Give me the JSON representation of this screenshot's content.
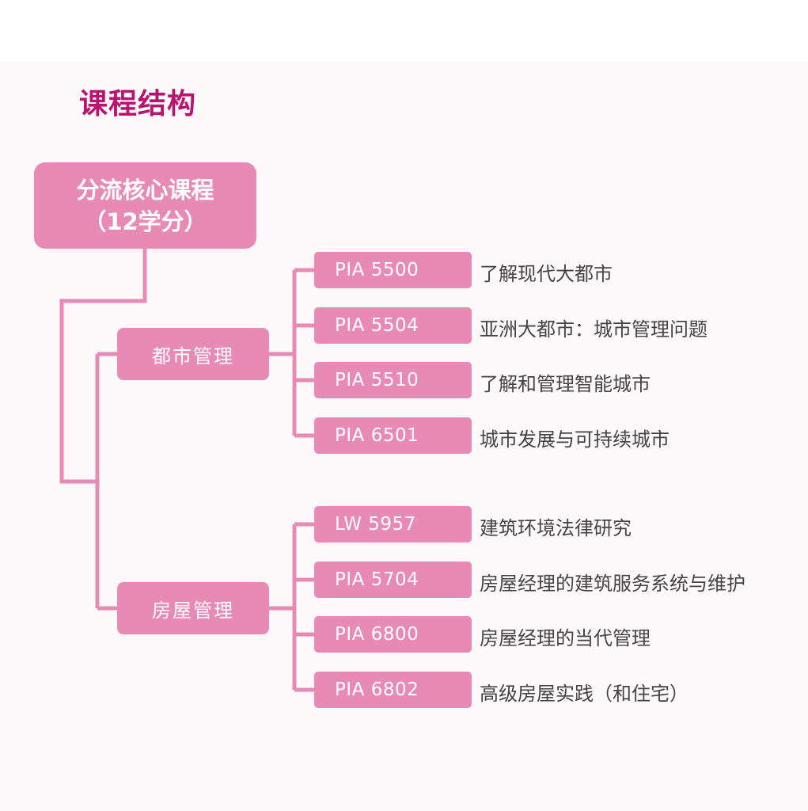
{
  "title": "课程结构",
  "root": {
    "line1": "分流核心课程",
    "line2": "（12学分）"
  },
  "tracks": [
    {
      "label": "都市管理",
      "courses": [
        {
          "code": "PIA 5500",
          "name": "了解现代大都市"
        },
        {
          "code": "PIA 5504",
          "name": "亚洲大都市：城市管理问题"
        },
        {
          "code": "PIA 5510",
          "name": "了解和管理智能城市"
        },
        {
          "code": "PIA 6501",
          "name": "城市发展与可持续城市"
        }
      ]
    },
    {
      "label": "房屋管理",
      "courses": [
        {
          "code": "LW 5957",
          "name": "建筑环境法律研究"
        },
        {
          "code": "PIA 5704",
          "name": "房屋经理的建筑服务系统与维护"
        },
        {
          "code": "PIA 6800",
          "name": "房屋经理的当代管理"
        },
        {
          "code": "PIA 6802",
          "name": "高级房屋实践（和住宅）"
        }
      ]
    }
  ],
  "colors": {
    "accent": "#b8136e",
    "box": "#e78bb6",
    "line": "#e78bb6",
    "text": "#444444"
  }
}
